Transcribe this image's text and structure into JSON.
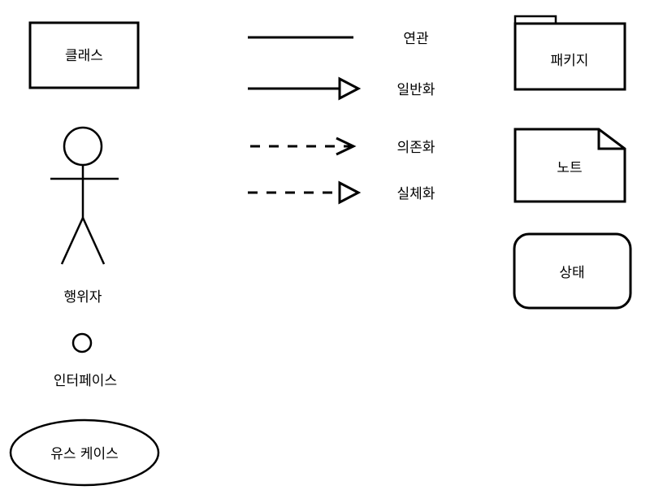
{
  "elements": {
    "class": "클래스",
    "actor": "행위자",
    "interface": "인터페이스",
    "use_case": "유스 케이스",
    "package": "패키지",
    "note": "노트",
    "state": "상태"
  },
  "relations": {
    "association": "연관",
    "generalization": "일반화",
    "dependency": "의존화",
    "realization": "실체화"
  }
}
